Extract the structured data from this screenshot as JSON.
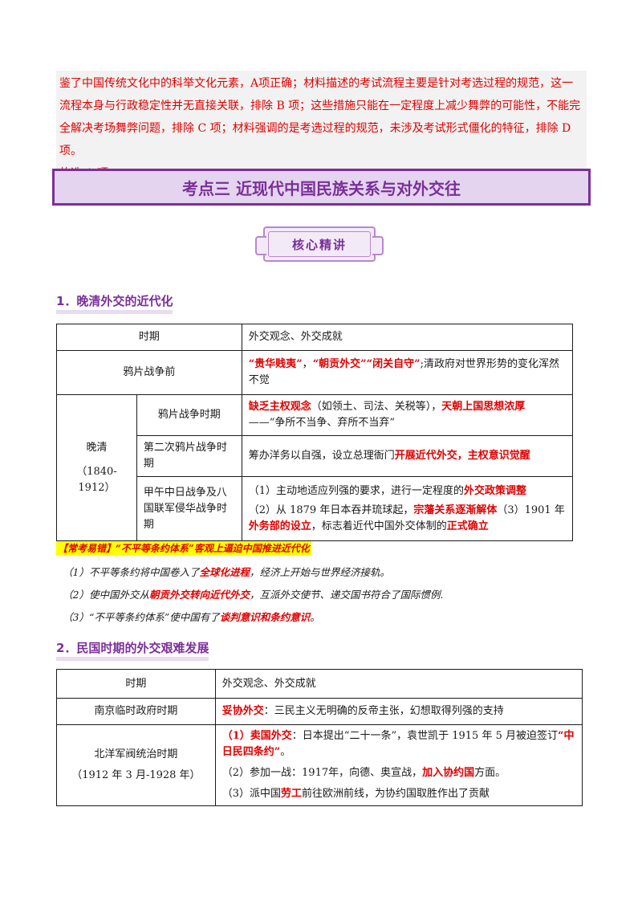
{
  "answer_lines": [
    "鉴了中国传统文化中的科举文化元素，A项正确；材料描述的考试流程主要是针对考选过程的规范，这一",
    "流程本身与行政稳定性并无直接关联，排除 B 项；这些措施只能在一定程度上减少舞弊的可能性，不能完",
    "全解决考场舞弊问题，排除 C 项；材料强调的是考选过程的规范，未涉及考试形式僵化的特征，排除 D 项。",
    "故选 A 项。"
  ],
  "banner": "考点三  近现代中国民族关系与对外交往",
  "core_label": "核心精讲",
  "section1": {
    "title": "1．晚清外交的近代化",
    "header": [
      "时期",
      "外交观念、外交成就"
    ],
    "row1": {
      "period": "鸦片战争前",
      "t1": "“贵华贱夷”",
      "t2": "，",
      "t3": "“朝贡外交”",
      "t4": "“闭关自守”",
      "t5": ";清政府对世界形势的变化浑然不觉"
    },
    "late_qing": {
      "label": "晚清",
      "years": "（1840-1912）"
    },
    "row2": {
      "period": "鸦片战争时期",
      "t1": "缺乏主权观念",
      "t2": "（如领土、司法、关税等），",
      "t3": "天朝上国思想浓厚",
      "t4": "——“争所不当争、弃所不当弃”"
    },
    "row3": {
      "period": "第二次鸦片战争时期",
      "t1": "筹办洋务以自强，设立总理衙门",
      "t2": "开展近代外交，主权意识觉醒"
    },
    "row4": {
      "period": "甲午中日战争及八国联军侵华战争时期",
      "p1a": "（1）主动地适应列强的要求，进行一定程度的",
      "p1b": "外交政策调整",
      "p2a": "（2）从 1879 年日本吞并琉球起，",
      "p2b": "宗藩关系逐渐解体",
      "p2c": "（3）1901 年",
      "p2d": "外务部的设立",
      "p2e": "，标志着近代中国外交体制的",
      "p2f": "正式确立"
    }
  },
  "mistake": {
    "head": "【常考易错】“不平等条约体系”客观上逼迫中国推进近代化",
    "l1a": "（1）不平等条约将中国卷入了",
    "l1b": "全球化进程",
    "l1c": "，经济上开始与世界经济接轨。",
    "l2a": "（2）使中国外交从",
    "l2b": "朝贡外交转向近代外交",
    "l2c": "，互派外交使节、递交国书符合了国际惯例.",
    "l3a": "（3）“不平等条约体系”使中国有了",
    "l3b": "谈判意识和条约意识",
    "l3c": "。"
  },
  "section2": {
    "title": "2．民国时期的外交艰难发展",
    "header": [
      "时期",
      "外交观念、外交成就"
    ],
    "row1": {
      "period": "南京临时政府时期",
      "t1": "妥协外交",
      "t2": "：三民主义无明确的反帝主张，幻想取得列强的支持"
    },
    "row2": {
      "period": "北洋军阀统治时期",
      "years": "（1912 年 3 月-1928 年）",
      "p1a": "（1）卖国外交",
      "p1b": "：日本提出“二十一条”，袁世凯于 1915 年 5 月被迫签订",
      "p1c": "“中日民四条约”",
      "p1d": "。",
      "p2a": "（2）参加一战：1917年，向德、奥宣战，",
      "p2b": "加入协约国",
      "p2c": "方面。",
      "p3a": "（3）派中国",
      "p3b": "劳工",
      "p3c": "前往欧洲前线，为协约国取胜作出了贡献"
    }
  }
}
